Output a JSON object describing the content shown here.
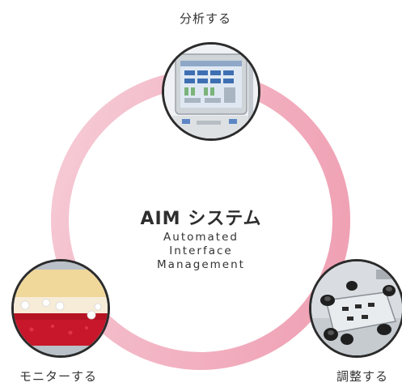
{
  "center": {
    "title": "AIM システム",
    "subtitle_lines": [
      "Automated",
      "Interface",
      "Management"
    ]
  },
  "nodes": [
    {
      "id": "analyze",
      "label": "分析する",
      "icon": "analyzer-touchscreen-photo"
    },
    {
      "id": "monitor",
      "label": "モニターする",
      "icon": "sample-interface-closeup-photo"
    },
    {
      "id": "adjust",
      "label": "調整する",
      "icon": "robotic-adjuster-photo"
    }
  ],
  "colors": {
    "ring_light": "#f6d3dd",
    "ring_dark": "#ee8ea4",
    "photo_border": "#2b2b2b"
  }
}
